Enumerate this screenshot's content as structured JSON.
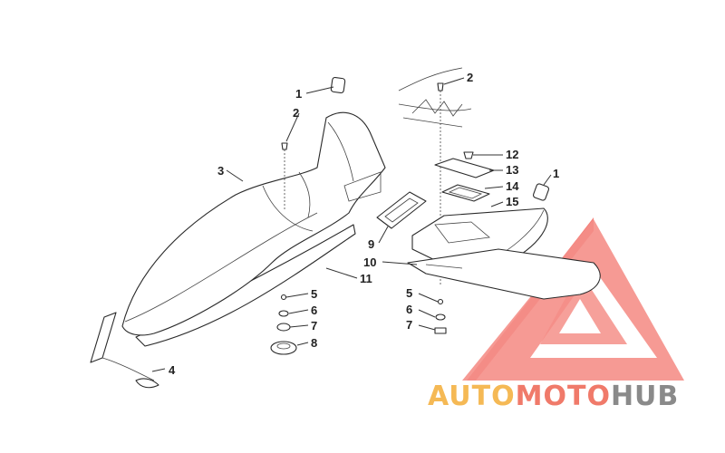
{
  "diagram": {
    "callouts": [
      {
        "id": "c1a",
        "label": "1"
      },
      {
        "id": "c2a",
        "label": "2"
      },
      {
        "id": "c3",
        "label": "3"
      },
      {
        "id": "c4",
        "label": "4"
      },
      {
        "id": "c5a",
        "label": "5"
      },
      {
        "id": "c6a",
        "label": "6"
      },
      {
        "id": "c7a",
        "label": "7"
      },
      {
        "id": "c8",
        "label": "8"
      },
      {
        "id": "c11",
        "label": "11"
      },
      {
        "id": "c2b",
        "label": "2"
      },
      {
        "id": "c12",
        "label": "12"
      },
      {
        "id": "c13",
        "label": "13"
      },
      {
        "id": "c14",
        "label": "14"
      },
      {
        "id": "c15",
        "label": "15"
      },
      {
        "id": "c1b",
        "label": "1"
      },
      {
        "id": "c9",
        "label": "9"
      },
      {
        "id": "c10",
        "label": "10"
      },
      {
        "id": "c5b",
        "label": "5"
      },
      {
        "id": "c6b",
        "label": "6"
      },
      {
        "id": "c7b",
        "label": "7"
      }
    ]
  },
  "watermark": {
    "part1": "AUTO",
    "part2": "MOTO",
    "part3": "HUB",
    "colors": {
      "auto": "#f5b955",
      "moto": "#f07a6a",
      "hub": "#8a8a8a",
      "triangle": "#f26a63"
    }
  }
}
